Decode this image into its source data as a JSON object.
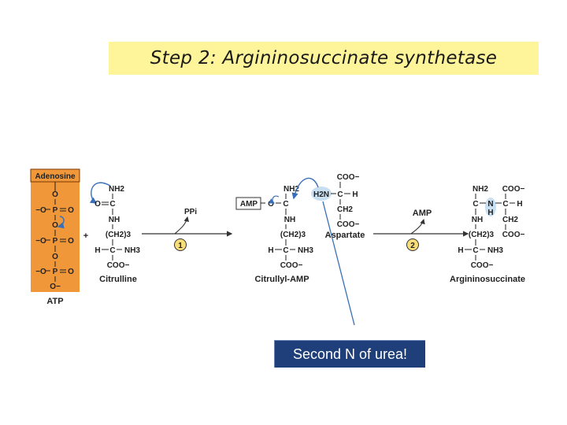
{
  "slide": {
    "title": "Step 2: Argininosuccinate synthetase",
    "callout": "Second N of urea!"
  },
  "diagram": {
    "atp": {
      "header": "Adenosine",
      "label": "ATP",
      "phosphorus": "P",
      "oxygen": "O",
      "o_minus": "−O",
      "o_minus_r": "O−"
    },
    "citrulline": {
      "label": "Citrulline",
      "nh2": "NH2",
      "c": "C",
      "nh": "NH",
      "ch2_3": "(CH2)3",
      "h": "H",
      "nh3": "NH3",
      "coo": "COO−",
      "o": "O"
    },
    "plus1": "+",
    "step1": {
      "number": "1",
      "byproduct": "PPi"
    },
    "citrullyl_amp": {
      "label": "Citrullyl-AMP",
      "amp": "AMP",
      "nh2": "NH2",
      "c": "C",
      "o": "O",
      "nh": "NH",
      "ch2_3": "(CH2)3",
      "h": "H",
      "nh3": "NH3",
      "coo": "COO−"
    },
    "aspartate": {
      "label": "Aspartate",
      "coo_top": "COO−",
      "h2n": "H2N",
      "c": "C",
      "h": "H",
      "ch2": "CH2",
      "coo_bottom": "COO−"
    },
    "step2": {
      "number": "2",
      "byproduct": "AMP"
    },
    "argininosuccinate": {
      "label": "Argininosuccinate",
      "nh2": "NH2",
      "c": "C",
      "n": "N",
      "h": "H",
      "nh": "NH",
      "ch2_3": "(CH2)3",
      "nh3": "NH3",
      "coo": "COO−",
      "ch2": "CH2"
    },
    "colors": {
      "adenosine_bg": "#f0973a",
      "highlight": "#c8dff2",
      "circle_fill": "#f7dc7a",
      "arrow_blue": "#3a6fb8",
      "callout_bg": "#1f3f7a",
      "title_bg": "#fef59b"
    }
  }
}
